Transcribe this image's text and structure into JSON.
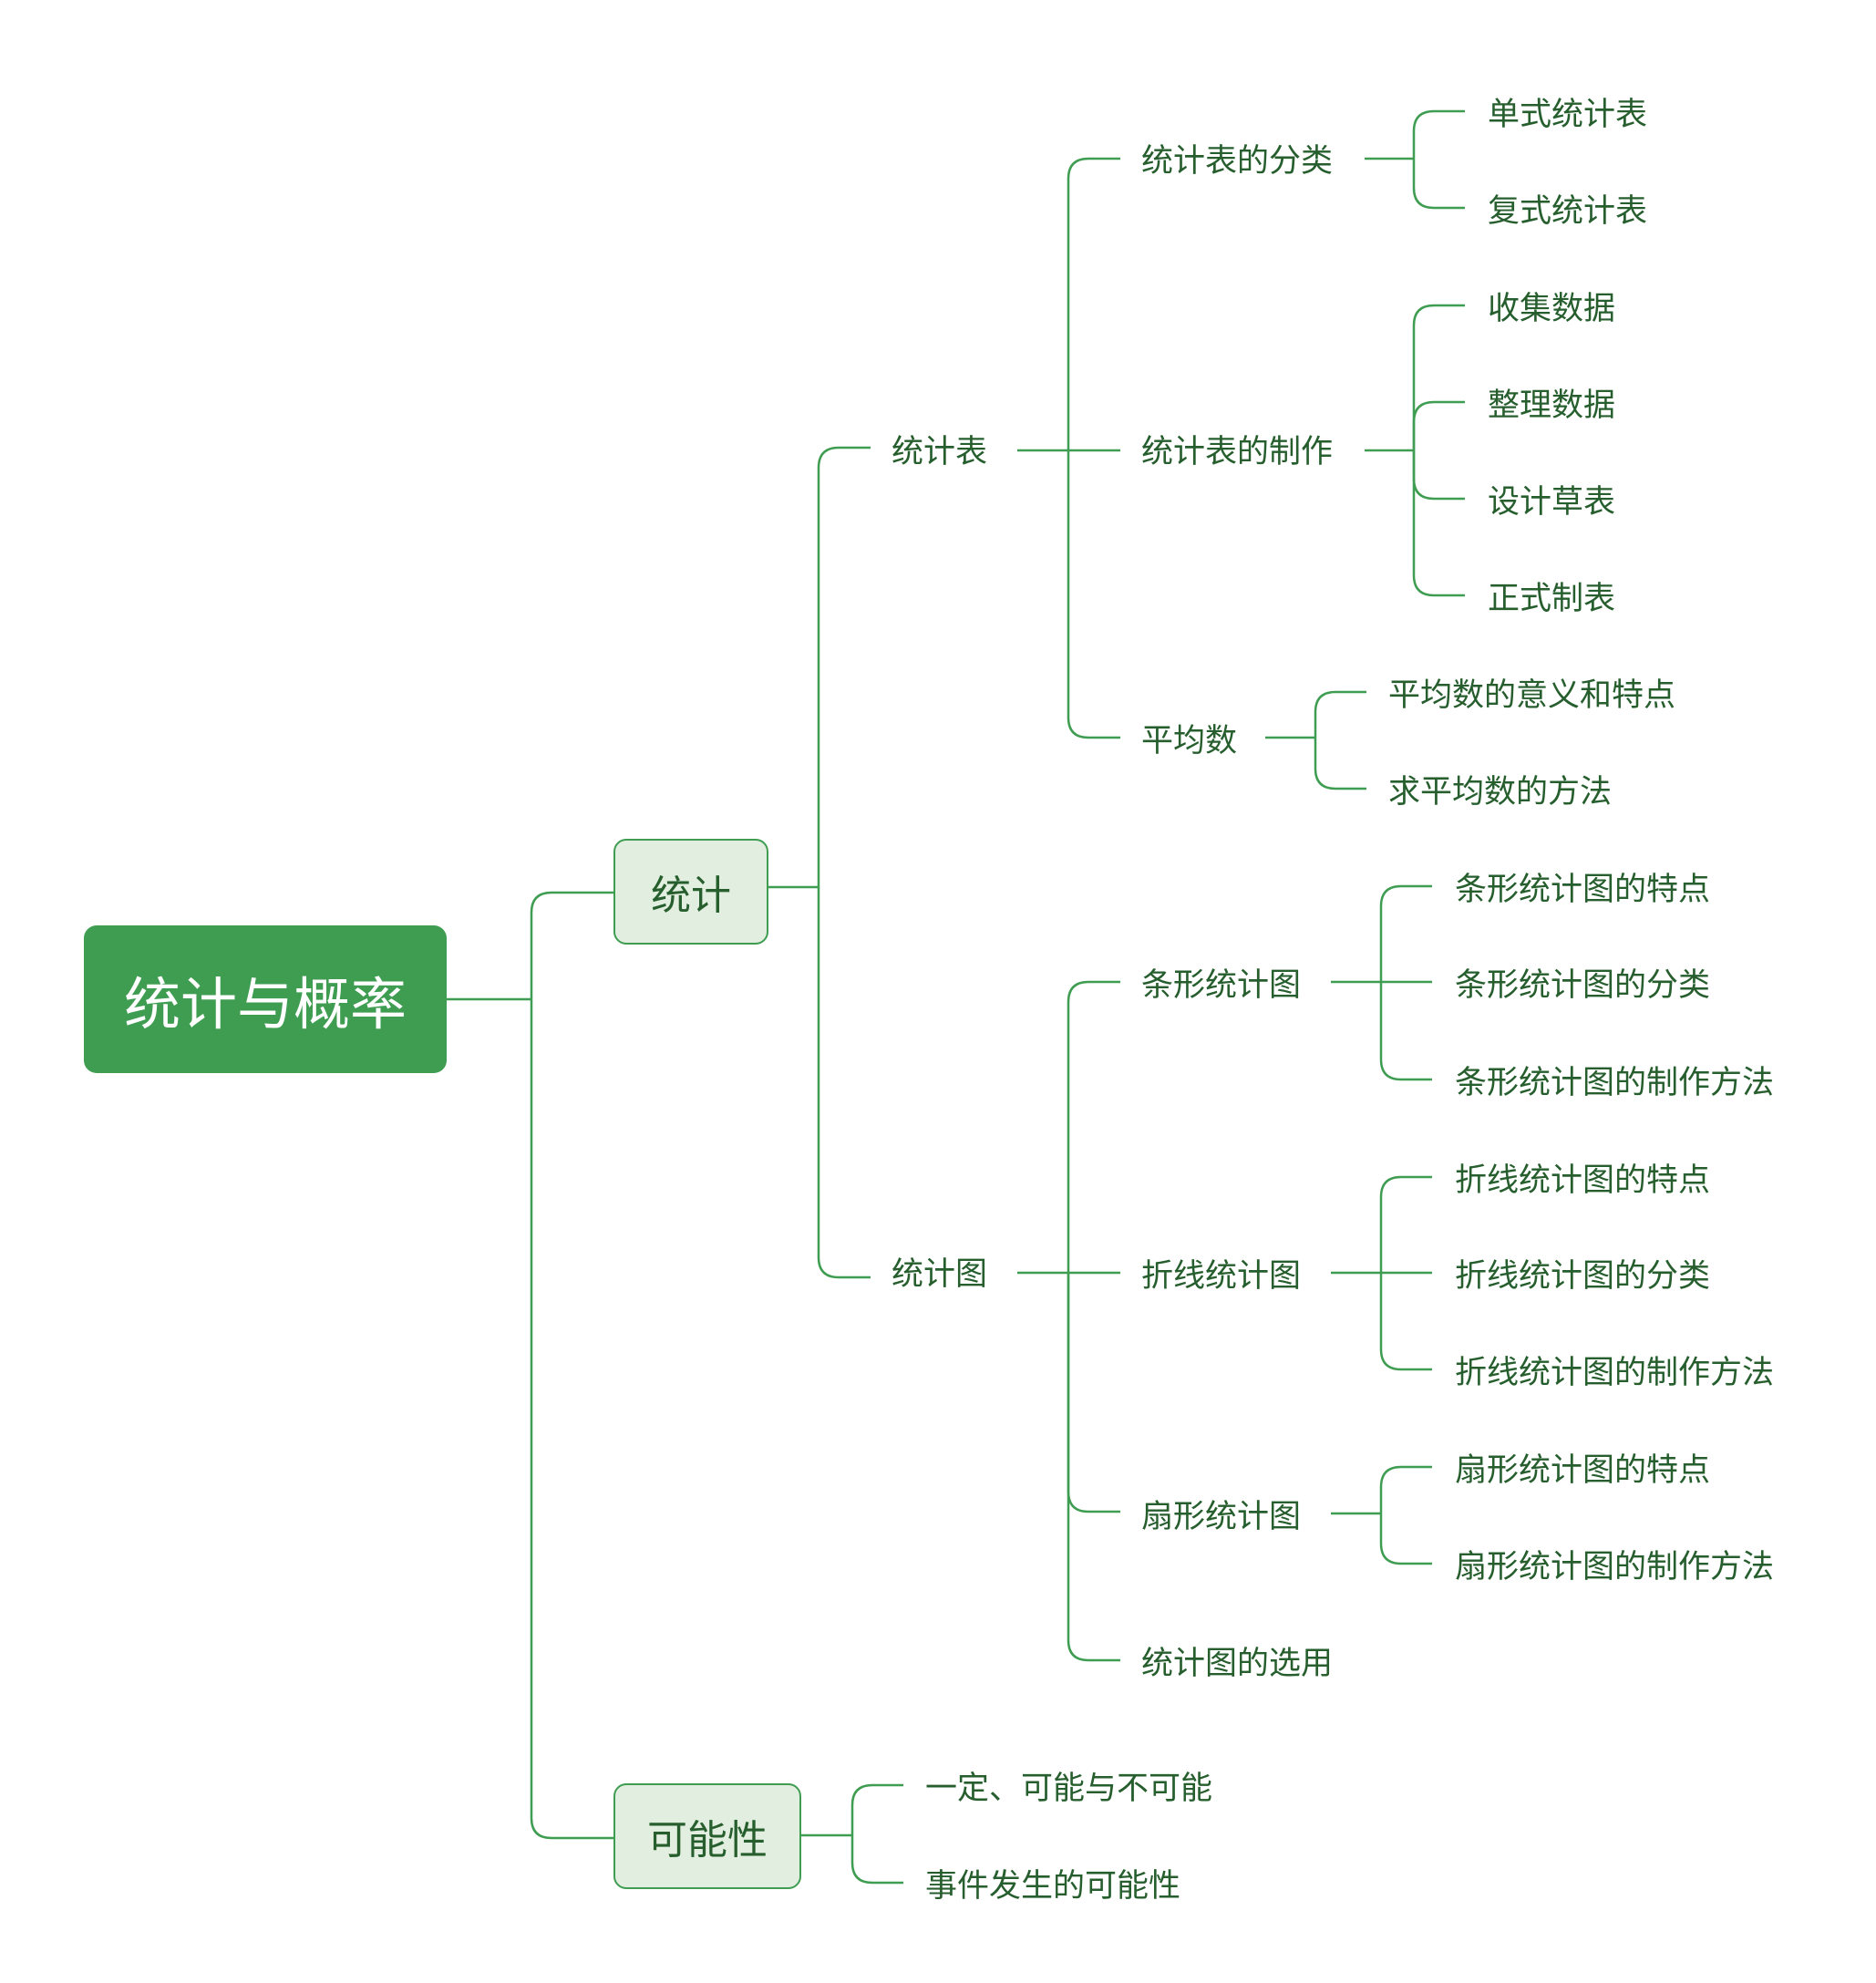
{
  "root": {
    "label": "统计与概率"
  },
  "branches": {
    "stats": {
      "label": "统计",
      "table": {
        "label": "统计表",
        "classification": {
          "label": "统计表的分类",
          "items": [
            "单式统计表",
            "复式统计表"
          ]
        },
        "making": {
          "label": "统计表的制作",
          "items": [
            "收集数据",
            "整理数据",
            "设计草表",
            "正式制表"
          ]
        },
        "mean": {
          "label": "平均数",
          "items": [
            "平均数的意义和特点",
            "求平均数的方法"
          ]
        }
      },
      "chart": {
        "label": "统计图",
        "bar": {
          "label": "条形统计图",
          "items": [
            "条形统计图的特点",
            "条形统计图的分类",
            "条形统计图的制作方法"
          ]
        },
        "line": {
          "label": "折线统计图",
          "items": [
            "折线统计图的特点",
            "折线统计图的分类",
            "折线统计图的制作方法"
          ]
        },
        "pie": {
          "label": "扇形统计图",
          "items": [
            "扇形统计图的特点",
            "扇形统计图的制作方法"
          ]
        },
        "choose": {
          "label": "统计图的选用"
        }
      }
    },
    "possibility": {
      "label": "可能性",
      "items": [
        "一定、可能与不可能",
        "事件发生的可能性"
      ]
    }
  },
  "colors": {
    "line": "#3f9d52",
    "root_fill": "#3f9d52",
    "node_fill": "#e2eedf",
    "text": "#265e2e"
  }
}
